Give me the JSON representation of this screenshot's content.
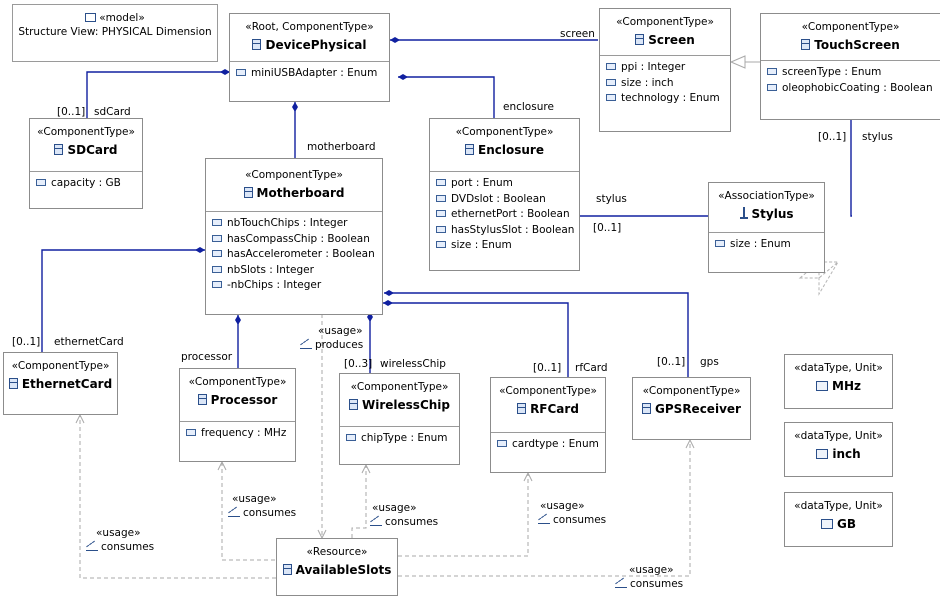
{
  "note": {
    "line1": "«model»",
    "line2": "Structure View: PHYSICAL Dimension"
  },
  "classes": {
    "devicephysical": {
      "stereo": "«Root, ComponentType»",
      "name": "DevicePhysical",
      "attrs": [
        "miniUSBAdapter : Enum"
      ]
    },
    "screen": {
      "stereo": "«ComponentType»",
      "name": "Screen",
      "attrs": [
        "ppi : Integer",
        "size : inch",
        "technology : Enum"
      ]
    },
    "touchscreen": {
      "stereo": "«ComponentType»",
      "name": "TouchScreen",
      "attrs": [
        "screenType : Enum",
        "oleophobicCoating : Boolean"
      ]
    },
    "sdcard": {
      "stereo": "«ComponentType»",
      "name": "SDCard",
      "attrs": [
        "capacity : GB"
      ]
    },
    "motherboard": {
      "stereo": "«ComponentType»",
      "name": "Motherboard",
      "attrs": [
        "nbTouchChips : Integer",
        "hasCompassChip : Boolean",
        "hasAccelerometer : Boolean",
        "nbSlots : Integer",
        "-nbChips : Integer"
      ]
    },
    "enclosure": {
      "stereo": "«ComponentType»",
      "name": "Enclosure",
      "attrs": [
        "port : Enum",
        "DVDslot : Boolean",
        "ethernetPort : Boolean",
        "hasStylusSlot : Boolean",
        "size : Enum"
      ]
    },
    "stylus": {
      "stereo": "«AssociationType»",
      "name": "Stylus",
      "attrs": [
        "size : Enum"
      ]
    },
    "ethernetcard": {
      "stereo": "«ComponentType»",
      "name": "EthernetCard",
      "attrs": []
    },
    "processor": {
      "stereo": "«ComponentType»",
      "name": "Processor",
      "attrs": [
        "frequency : MHz"
      ]
    },
    "wirelesschip": {
      "stereo": "«ComponentType»",
      "name": "WirelessChip",
      "attrs": [
        "chipType : Enum"
      ]
    },
    "rfcard": {
      "stereo": "«ComponentType»",
      "name": "RFCard",
      "attrs": [
        "cardtype : Enum"
      ]
    },
    "gpsreceiver": {
      "stereo": "«ComponentType»",
      "name": "GPSReceiver",
      "attrs": []
    },
    "mhz": {
      "stereo": "«dataType, Unit»",
      "name": "MHz",
      "attrs": []
    },
    "inch": {
      "stereo": "«dataType, Unit»",
      "name": "inch",
      "attrs": []
    },
    "gb": {
      "stereo": "«dataType, Unit»",
      "name": "GB",
      "attrs": []
    },
    "availableslots": {
      "stereo": "«Resource»",
      "name": "AvailableSlots",
      "attrs": []
    }
  },
  "labels": {
    "screen": "screen",
    "enclosure": "enclosure",
    "sdcard_mult": "[0..1]",
    "sdcard": "sdCard",
    "motherboard": "motherboard",
    "stylus_a": "stylus",
    "stylus_mult_a": "[0..1]",
    "stylus_b": "stylus",
    "stylus_mult_b": "[0..1]",
    "ethernet_mult": "[0..1]",
    "ethernet": "ethernetCard",
    "processor": "processor",
    "wireless_mult": "[0..3]",
    "wireless": "wirelessChip",
    "rf_mult": "[0..1]",
    "rf": "rfCard",
    "gps_mult": "[0..1]",
    "gps": "gps"
  },
  "deps": {
    "produces": {
      "stereo": "«usage»",
      "text": "produces"
    },
    "consumes_eth": {
      "stereo": "«usage»",
      "text": "consumes"
    },
    "consumes_proc": {
      "stereo": "«usage»",
      "text": "consumes"
    },
    "consumes_wifi": {
      "stereo": "«usage»",
      "text": "consumes"
    },
    "consumes_rf": {
      "stereo": "«usage»",
      "text": "consumes"
    },
    "consumes_gps": {
      "stereo": "«usage»",
      "text": "consumes"
    }
  }
}
